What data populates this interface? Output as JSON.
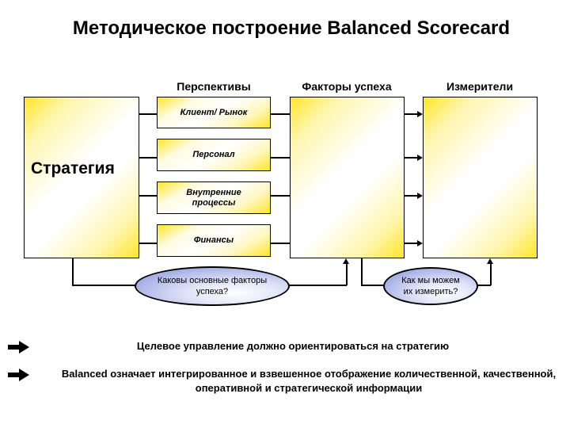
{
  "title": "Методическое построение Balanced Scorecard",
  "columns": {
    "perspectives": "Перспективы",
    "success_factors": "Факторы успеха",
    "measures": "Измерители"
  },
  "strategy": {
    "label": "Стратегия"
  },
  "perspectives": [
    {
      "label": "Клиент/ Рынок"
    },
    {
      "label": "Персонал"
    },
    {
      "label": "Внутренние процессы"
    },
    {
      "label": "Финансы"
    }
  ],
  "questions": {
    "factors": "Каковы основные факторы успеха?",
    "measures": "Как мы можем их измерить?"
  },
  "bullets": [
    {
      "icon": "arrow-right-icon",
      "text": "Целевое управление должно ориентироваться на стратегию"
    },
    {
      "icon": "arrow-right-icon",
      "text": "Balanced означает интегрированное и взвешенное отображение количественной, качественной, оперативной и стратегической информации"
    }
  ],
  "colors": {
    "box_gradient_accent": "#ffe629",
    "oval_fill": "#a7b0e6",
    "line": "#000000"
  }
}
